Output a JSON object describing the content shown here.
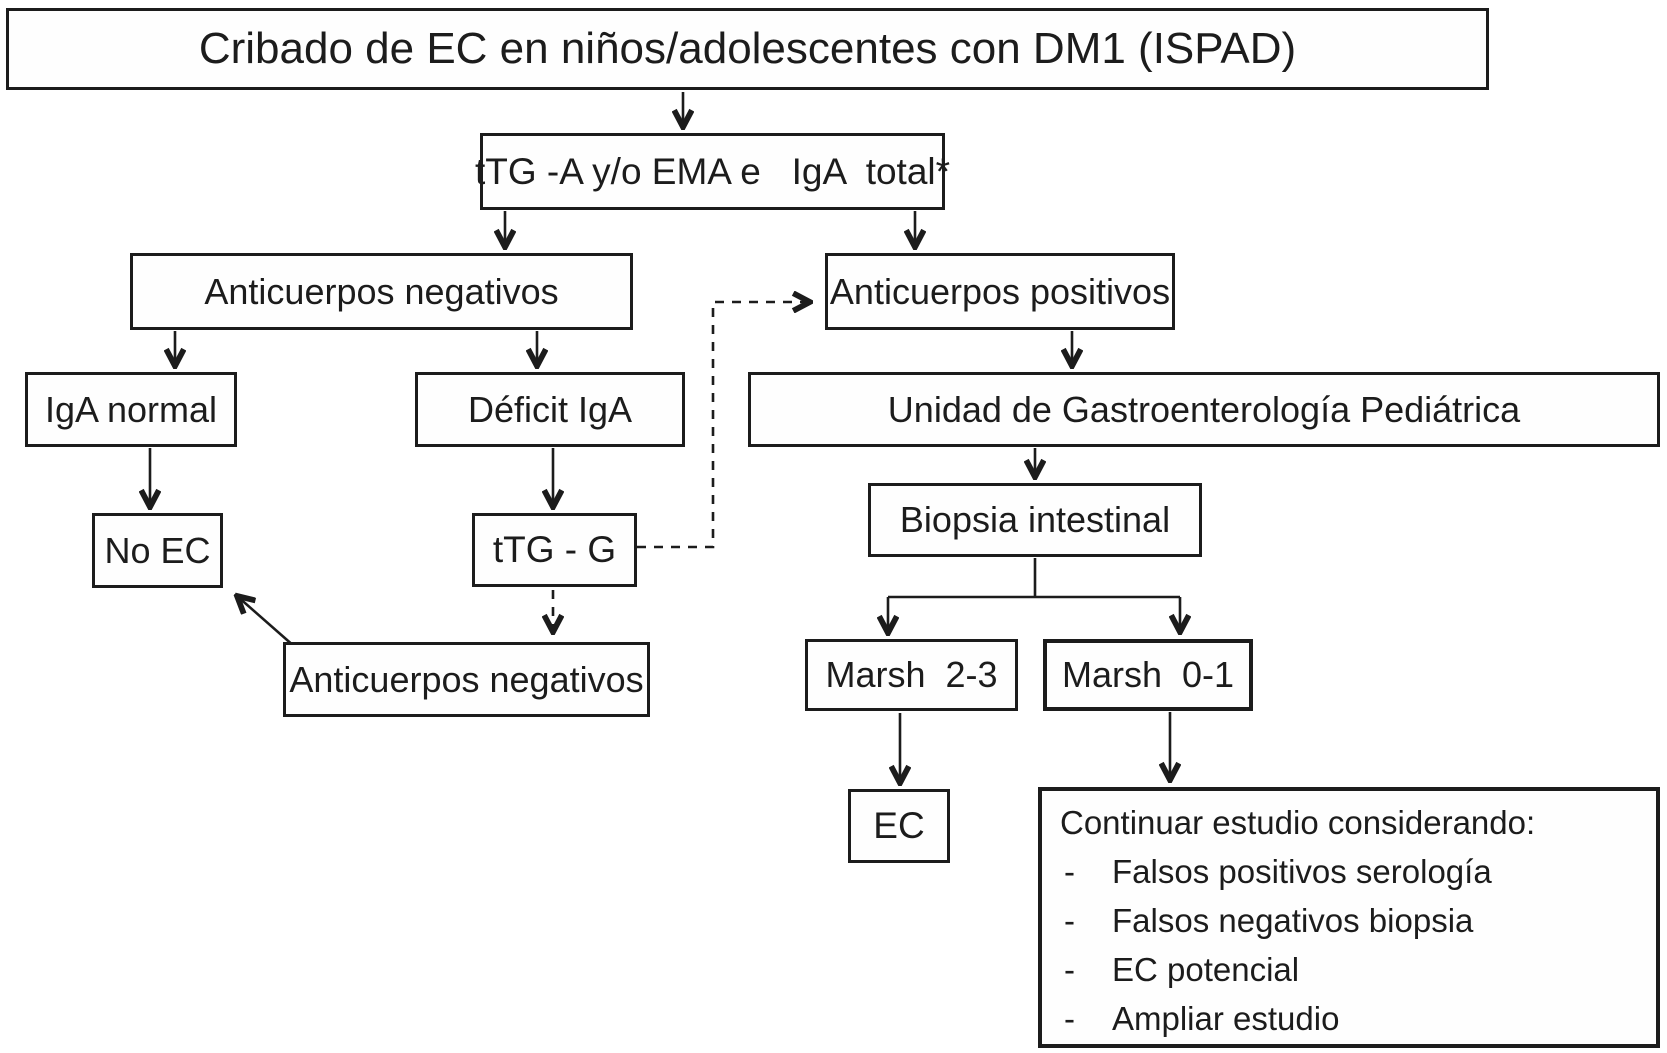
{
  "title": "Cribado de EC en niños/adolescentes con DM1 (ISPAD)",
  "nodes": {
    "screening_test": "tTG -A y/o EMA e   IgA  total*",
    "antibodies_negative": "Anticuerpos negativos",
    "antibodies_positive": "Anticuerpos positivos",
    "iga_normal": "IgA normal",
    "iga_deficit": "Déficit IgA",
    "no_ec": "No EC",
    "ttg_g": "tTG - G",
    "gastro_unit": "Unidad de Gastroenterología Pediátrica",
    "biopsy": "Biopsia intestinal",
    "antibodies_negative_2": "Anticuerpos negativos",
    "marsh_2_3": "Marsh  2-3",
    "marsh_0_1": "Marsh  0-1",
    "ec": "EC"
  },
  "continue_box": {
    "heading": "Continuar estudio considerando:",
    "bullet": "-",
    "items": [
      "Falsos positivos serología",
      "Falsos negativos biopsia",
      "EC potencial",
      "Ampliar estudio"
    ]
  },
  "colors": {
    "line": "#1c1c1c",
    "background": "#ffffff"
  }
}
